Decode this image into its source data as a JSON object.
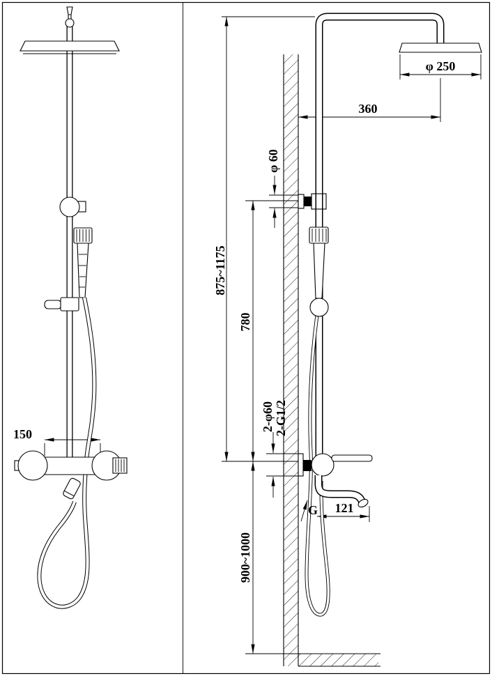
{
  "drawing": {
    "type": "technical-dimension-drawing",
    "subject": "thermostatic shower column, front view and wall-mounted side view",
    "views": {
      "front": {
        "dim_valve_spacing": "150"
      },
      "side": {
        "dim_head_diameter": "φ 250",
        "dim_head_offset": "360",
        "dim_upper_escutcheon": "φ 60",
        "dim_overall_height": "875~1175",
        "dim_riser_length": "780",
        "dim_inlet_escutcheons": "2-φ60",
        "dim_inlet_thread": "2-G1/2",
        "dim_spout_reach": "121",
        "label_spout_thread": "G",
        "dim_mixer_height": "900~1000"
      }
    },
    "colors": {
      "line": "#000000",
      "background": "#ffffff"
    }
  }
}
